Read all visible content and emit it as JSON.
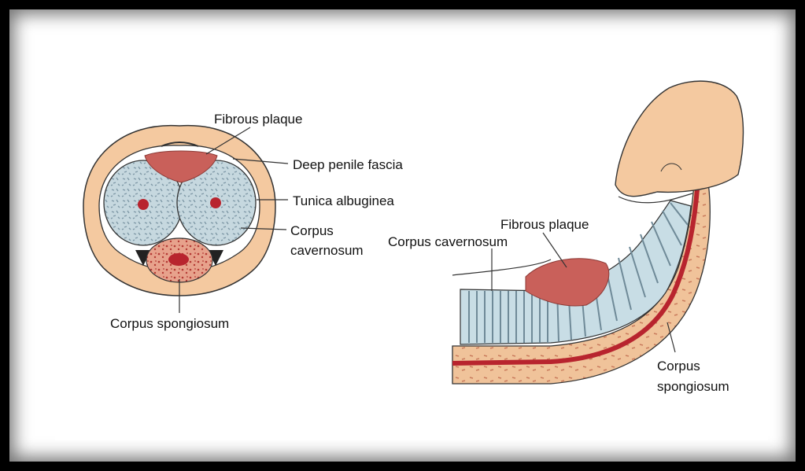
{
  "cross_section": {
    "fibrous_plaque": "Fibrous plaque",
    "deep_penile_fascia": "Deep penile fascia",
    "tunica_albuginea": "Tunica albuginea",
    "corpus_cavernosum_line1": "Corpus",
    "corpus_cavernosum_line2": "cavernosum",
    "corpus_spongiosum": "Corpus spongiosum"
  },
  "longitudinal_section": {
    "fibrous_plaque": "Fibrous plaque",
    "corpus_cavernosum": "Corpus cavernosum",
    "corpus_spongiosum_line1": "Corpus",
    "corpus_spongiosum_line2": "spongiosum"
  },
  "colors": {
    "skin": "#f4c9a0",
    "plaque": "#c9605a",
    "cavernosum": "#c9d9e0",
    "spongiosum": "#d98a70",
    "artery": "#b8242e"
  }
}
